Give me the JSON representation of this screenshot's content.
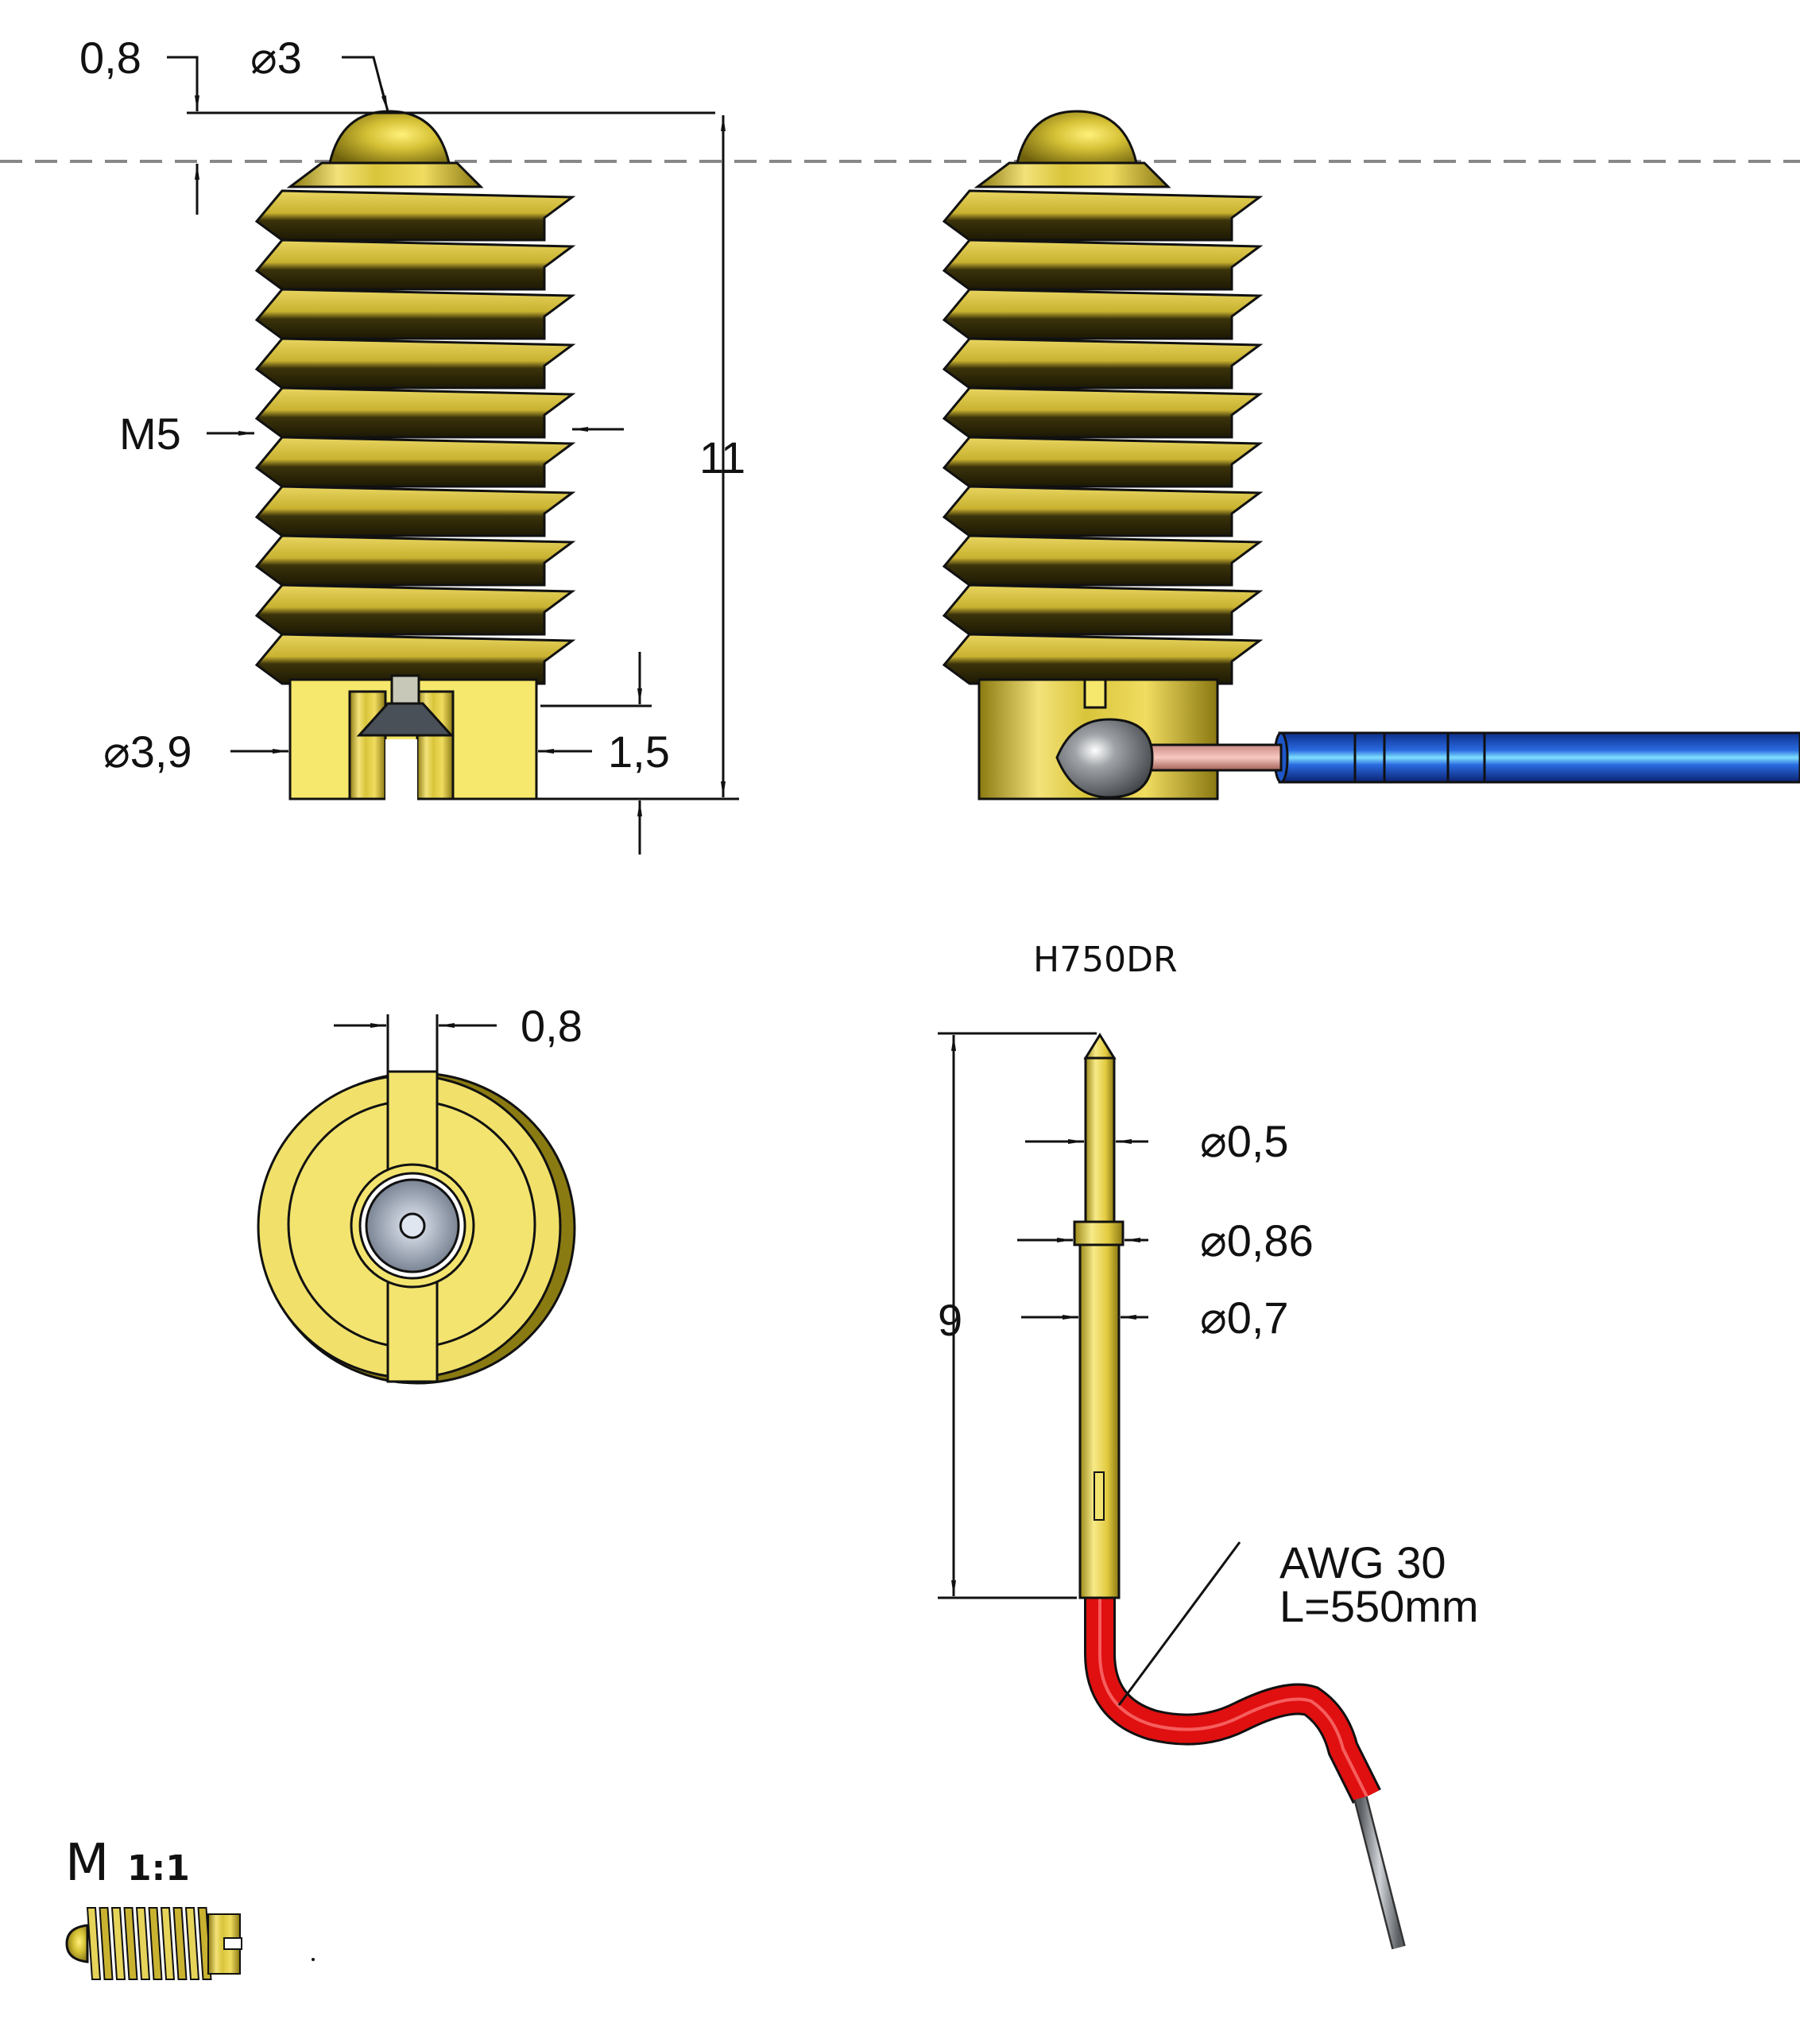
{
  "drawing": {
    "title": "Spring plunger with probe and wire",
    "colors": {
      "brass": "#d8c23a",
      "brass_light": "#f5e37a",
      "brass_dark": "#3a3208",
      "wire_blue": "#1f5fd0",
      "wire_red": "#e01010",
      "copper": "#e8a8a0",
      "steel": "#8a8f94",
      "centerline": "#888888"
    }
  },
  "front_view": {
    "dim_ball_protrusion": "0,8",
    "dim_ball_diameter": "⌀3",
    "dim_thread": "M5",
    "dim_total_length": "11",
    "dim_body_diameter": "⌀3,9",
    "dim_body_length": "1,5"
  },
  "bottom_view": {
    "dim_slot_width": "0,8"
  },
  "probe_view": {
    "part_number": "H750DR",
    "dim_probe_length": "9",
    "dim_tip_diameter": "⌀0,5",
    "dim_collar_diameter": "⌀0,86",
    "dim_barrel_diameter": "⌀0,7",
    "wire_gauge": "AWG 30",
    "wire_length": "L=550mm"
  },
  "scale_note": {
    "prefix": "M",
    "ratio": "1:1"
  }
}
